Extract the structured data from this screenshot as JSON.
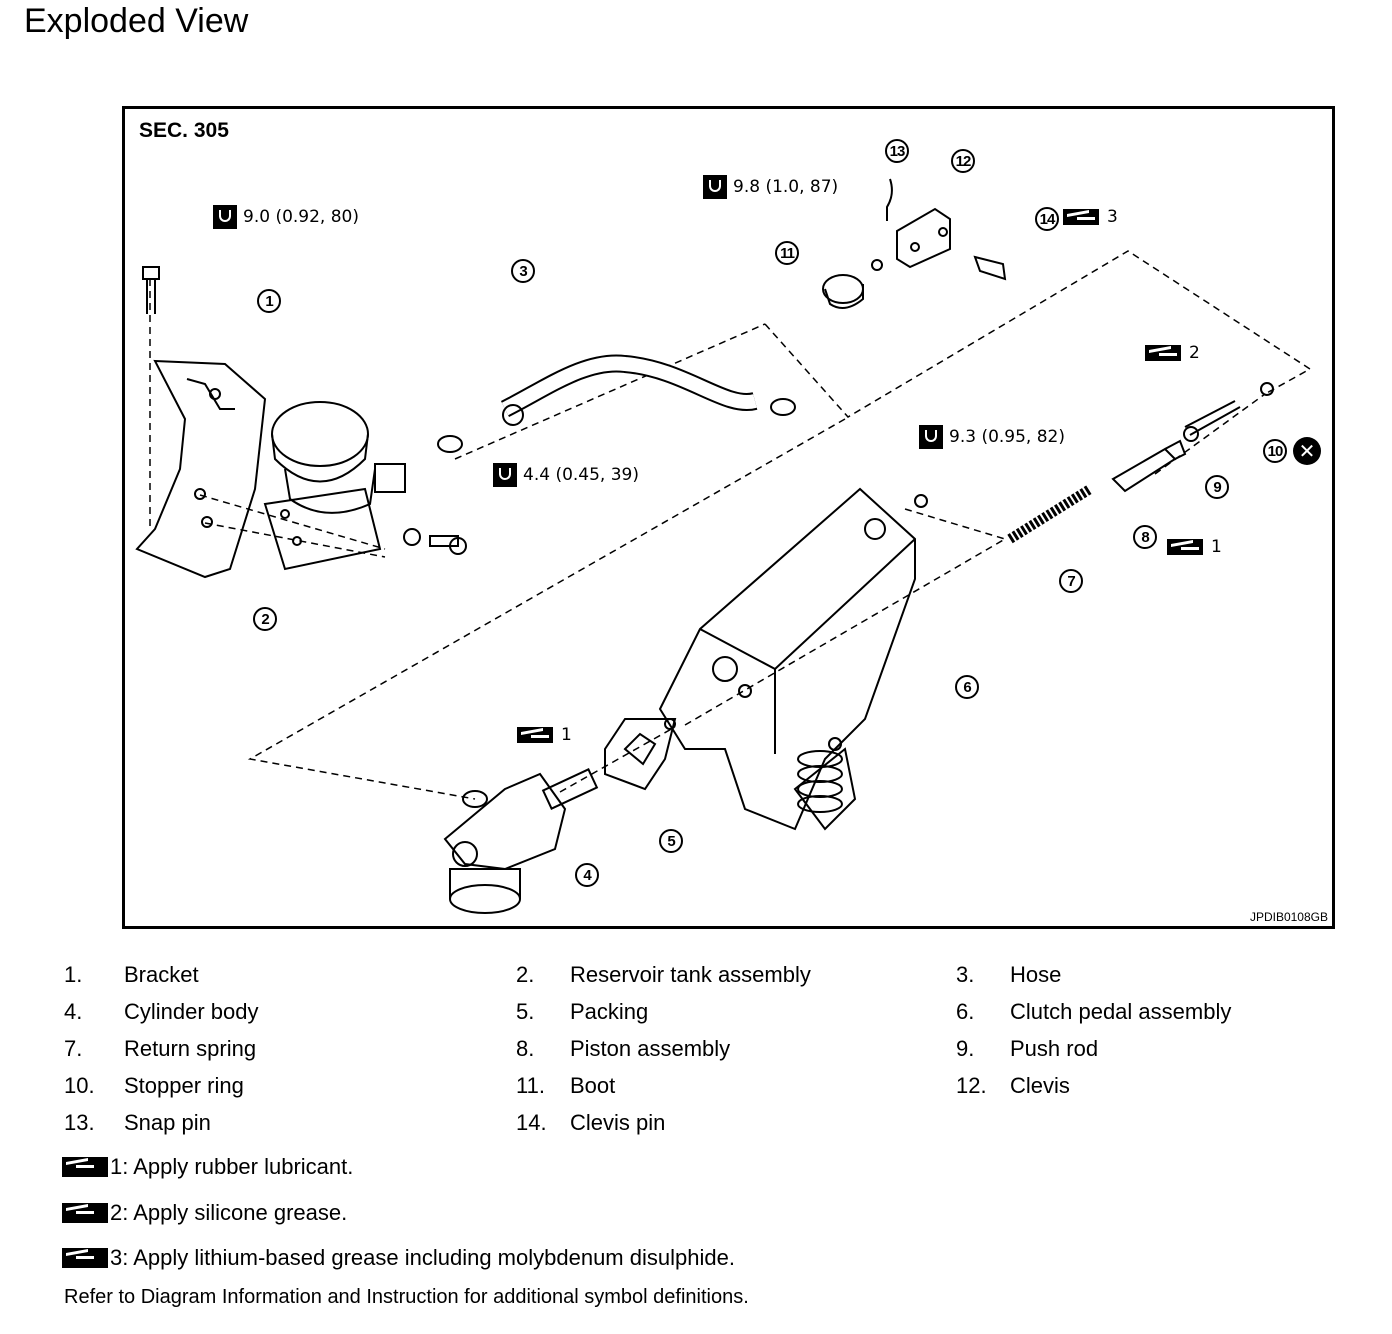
{
  "page_title": "Exploded View",
  "figure": {
    "section": "SEC. 305",
    "figure_id": "JPDIB0108GB",
    "torques": [
      "9.0 (0.92, 80)",
      "9.8 (1.0, 87)",
      "4.4 (0.45, 39)",
      "9.3 (0.95, 82)"
    ],
    "grease_marks": [
      "3",
      "2",
      "1",
      "1"
    ],
    "callouts": [
      "1",
      "2",
      "3",
      "4",
      "5",
      "6",
      "7",
      "8",
      "9",
      "10",
      "11",
      "12",
      "13",
      "14"
    ]
  },
  "legend": [
    {
      "num": "1.",
      "name": "Bracket"
    },
    {
      "num": "2.",
      "name": "Reservoir tank assembly"
    },
    {
      "num": "3.",
      "name": "Hose"
    },
    {
      "num": "4.",
      "name": "Cylinder body"
    },
    {
      "num": "5.",
      "name": "Packing"
    },
    {
      "num": "6.",
      "name": "Clutch pedal assembly"
    },
    {
      "num": "7.",
      "name": "Return spring"
    },
    {
      "num": "8.",
      "name": "Piston assembly"
    },
    {
      "num": "9.",
      "name": "Push rod"
    },
    {
      "num": "10.",
      "name": "Stopper ring"
    },
    {
      "num": "11.",
      "name": "Boot"
    },
    {
      "num": "12.",
      "name": "Clevis"
    },
    {
      "num": "13.",
      "name": "Snap pin"
    },
    {
      "num": "14.",
      "name": "Clevis pin"
    }
  ],
  "notes": [
    "1: Apply rubber lubricant.",
    "2: Apply silicone grease.",
    "3: Apply lithium-based grease including molybdenum disulphide."
  ],
  "footer": "Refer to Diagram Information and Instruction for additional symbol definitions."
}
